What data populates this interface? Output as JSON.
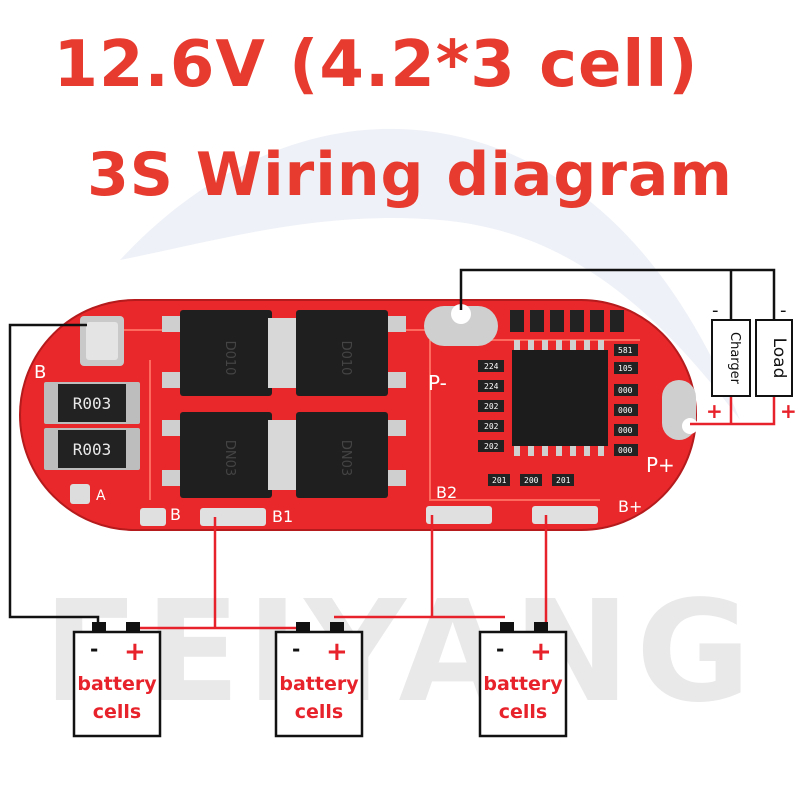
{
  "title": {
    "line1": "12.6V (4.2*3 cell)",
    "line2": "3S Wiring diagram"
  },
  "watermark": "FEIYANG",
  "board": {
    "color": "#e8282a",
    "pad_labels": {
      "b_left": "B",
      "a": "A",
      "b_bottom": "B",
      "b1": "B1",
      "b2": "B2",
      "b_plus": "B+",
      "p_minus": "P-",
      "p_plus": "P+"
    },
    "resistor_marking": "R003",
    "mosfet_markings": [
      "D010",
      "D010",
      "DN03",
      "DN03"
    ],
    "smd_codes": [
      "224",
      "224",
      "202",
      "202",
      "202",
      "201",
      "200",
      "201",
      "581",
      "105",
      "000",
      "000",
      "000",
      "000"
    ]
  },
  "terminals": {
    "charger": "Charger",
    "load": "Load",
    "minus": "-",
    "plus": "+"
  },
  "batteries": [
    {
      "minus": "-",
      "plus": "+",
      "line1": "battery",
      "line2": "cells"
    },
    {
      "minus": "-",
      "plus": "+",
      "line1": "battery",
      "line2": "cells"
    },
    {
      "minus": "-",
      "plus": "+",
      "line1": "battery",
      "line2": "cells"
    }
  ],
  "colors": {
    "title": "#e63b2e",
    "wire_red": "#e8222a",
    "wire_black": "#111111",
    "label_red": "#e8222a"
  }
}
